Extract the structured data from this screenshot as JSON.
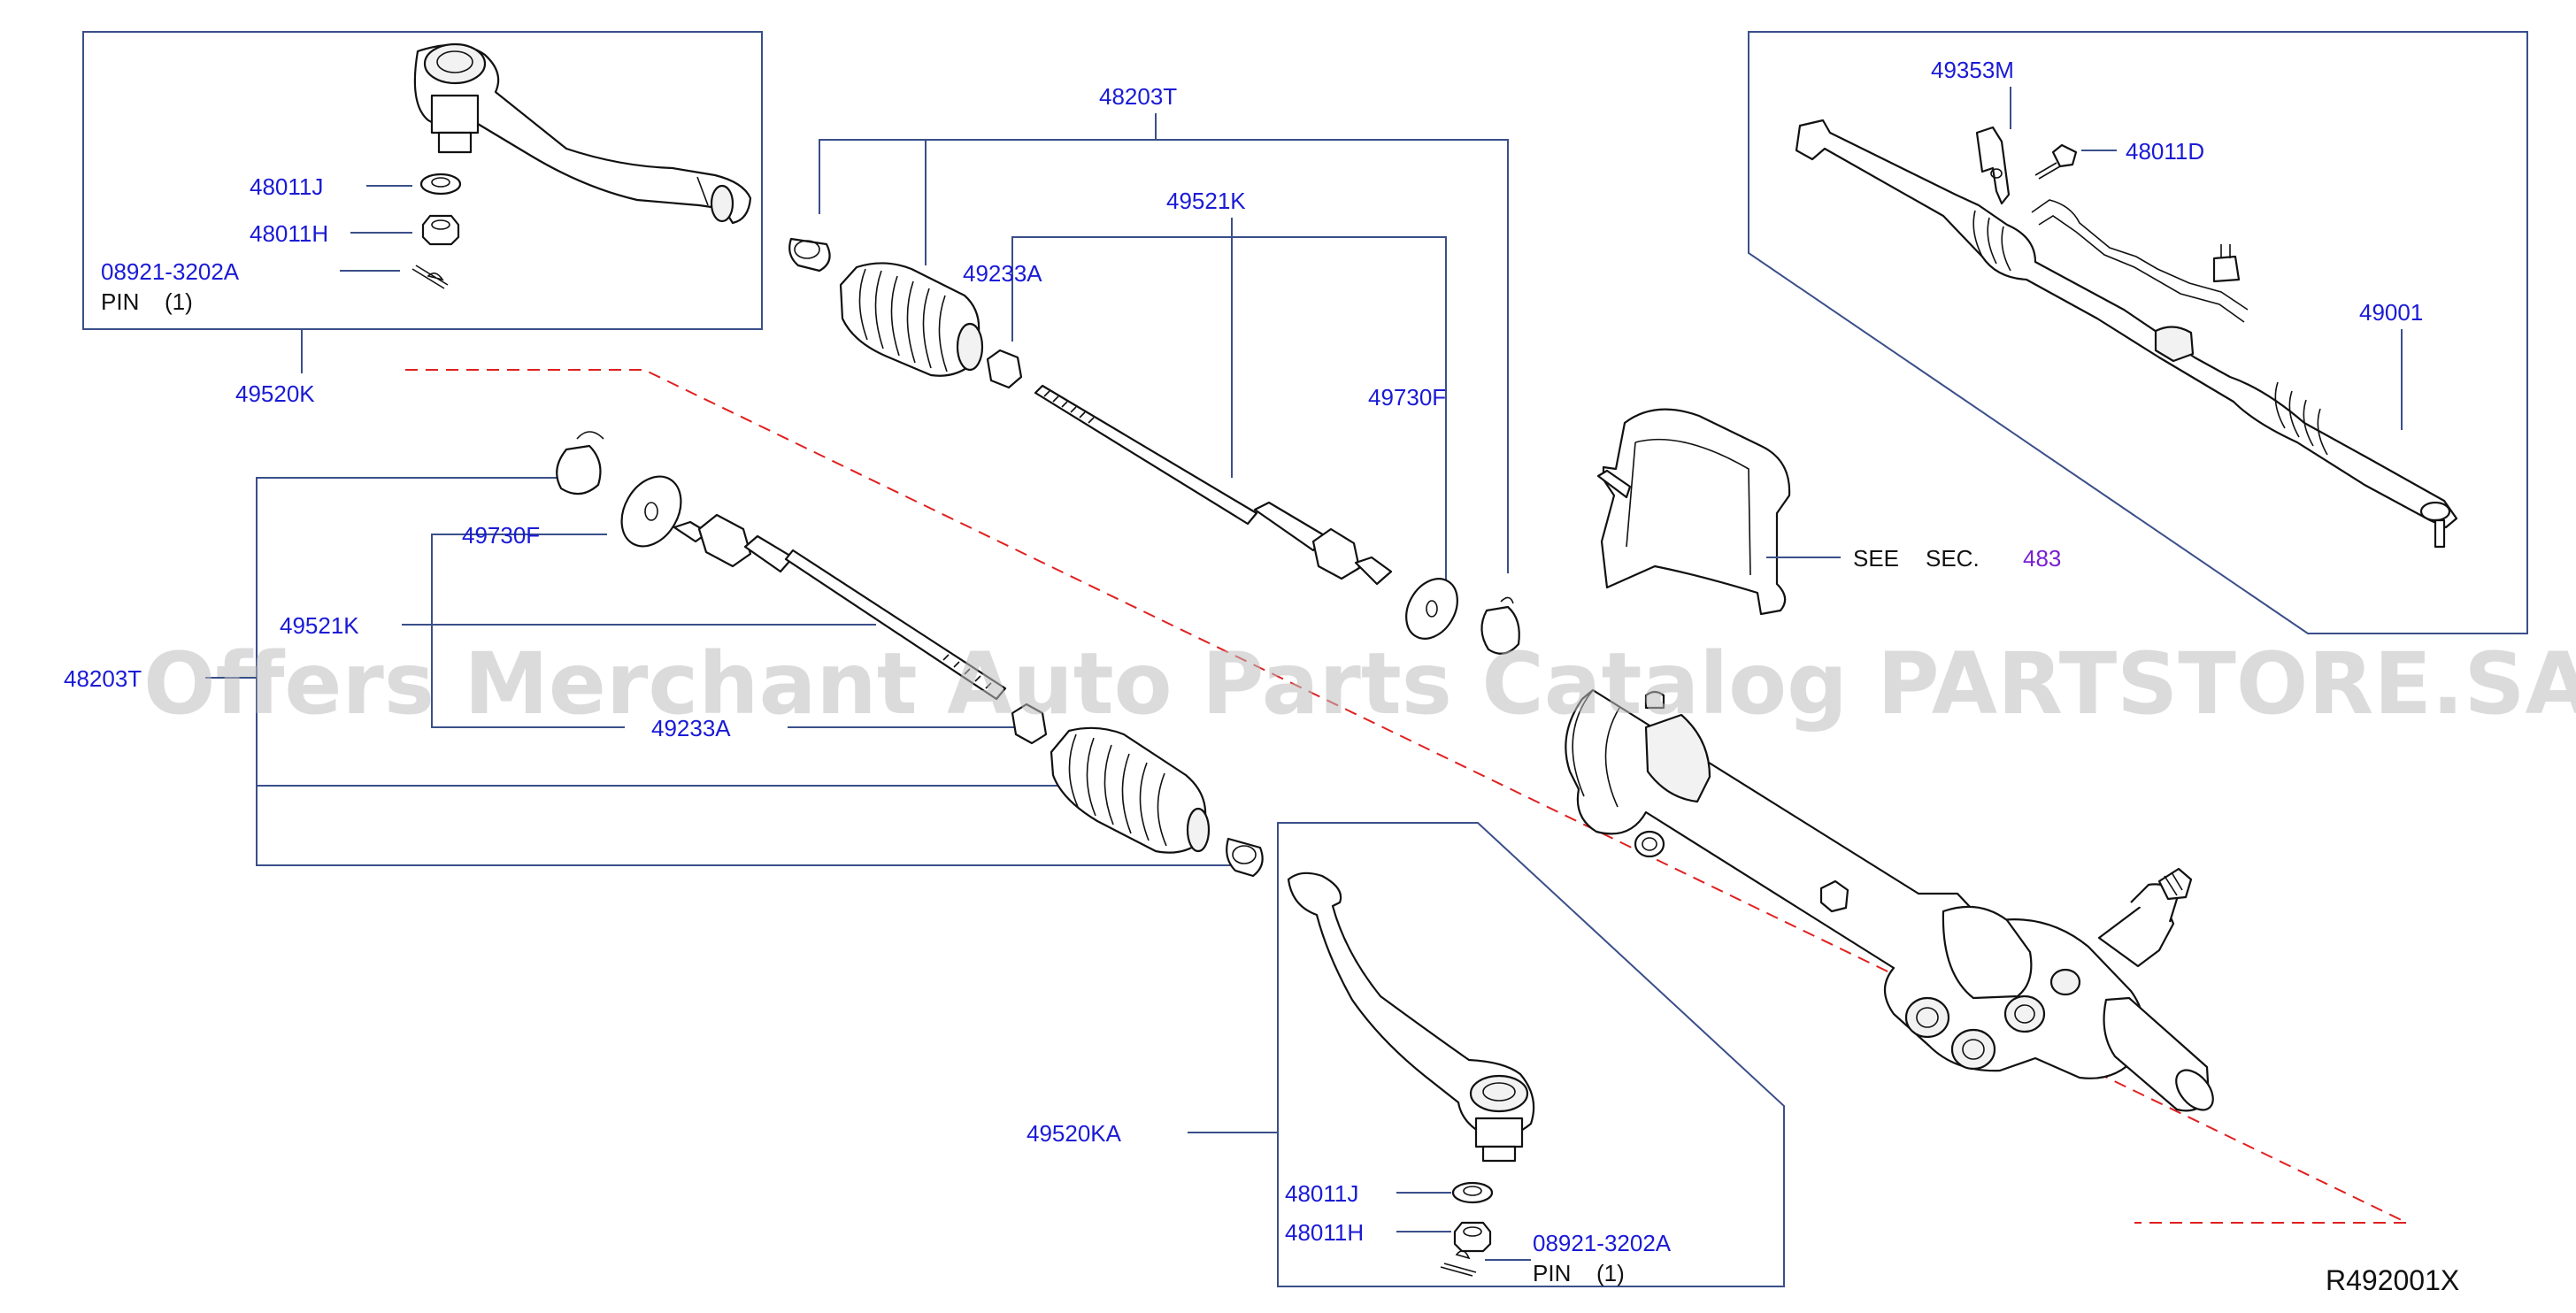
{
  "labels": {
    "tie_rod_end_upper": "49520K",
    "washer_upper": "48011J",
    "nut_upper": "48011H",
    "pin_code_upper": "08921-3202A",
    "pin_text_upper": "PIN",
    "pin_qty_upper": "(1)",
    "boot_kit_upper": "48203T",
    "inner_socket_upper": "49521K",
    "clamp_upper": "49233A",
    "washer_rack_upper": "49730F",
    "bracket": "49353M",
    "bolt": "48011D",
    "gear_assy": "49001",
    "see": "SEE",
    "sec": "SEC.",
    "sec_no": "483",
    "washer_rack_lower": "49730F",
    "inner_socket_lower": "49521K",
    "boot_kit_lower": "48203T",
    "clamp_lower": "49233A",
    "tie_rod_end_lower": "49520KA",
    "washer_lower": "48011J",
    "nut_lower": "48011H",
    "pin_code_lower": "08921-3202A",
    "pin_text_lower": "PIN",
    "pin_qty_lower": "(1)",
    "diagram_ref": "R492001X"
  },
  "watermark": "Offers Merchant Auto Parts Catalog PARTSTORE.SA",
  "colors": {
    "label": "#1a1ad6",
    "leader": "#3a4f8a",
    "centerline": "#e02020",
    "section_link": "#7a1fd0"
  }
}
